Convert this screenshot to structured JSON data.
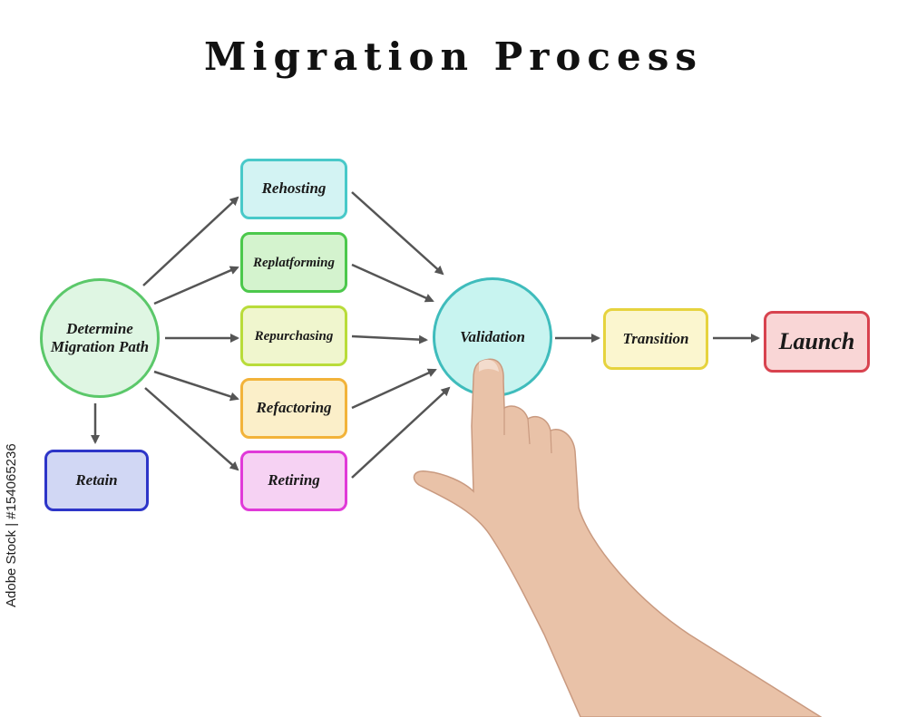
{
  "title": "Migration Process",
  "nodes": {
    "determine": "Determine Migration Path",
    "retain": "Retain",
    "rehosting": "Rehosting",
    "replatforming": "Replatforming",
    "repurchasing": "Repurchasing",
    "refactoring": "Refactoring",
    "retiring": "Retiring",
    "validation": "Validation",
    "transition": "Transition",
    "launch": "Launch"
  },
  "stamp": "Adobe Stock | #154065236",
  "colors": {
    "determine": "#5bc86a",
    "retain": "#2d35c8",
    "rehosting": "#48c9c9",
    "replatforming": "#4cc84c",
    "repurchasing": "#b9dc3a",
    "refactoring": "#f2b33a",
    "retiring": "#e03ad8",
    "validation": "#3fbcbc",
    "transition": "#e6d33e",
    "launch": "#d8434f",
    "arrow": "#555555"
  }
}
